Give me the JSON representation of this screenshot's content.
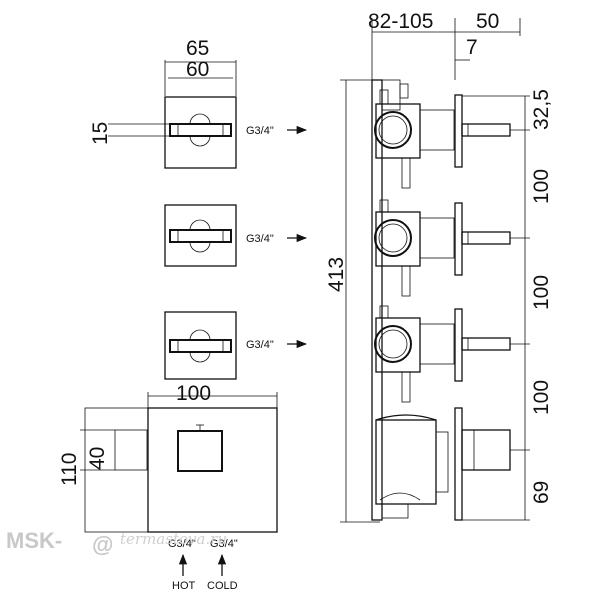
{
  "dimensions": {
    "plate_outer_width": "65",
    "plate_inner_width": "60",
    "handle_height": "15",
    "body_depth_range": "82-105",
    "handle_projection": "50",
    "plate_thickness": "7",
    "top_offset": "32,5",
    "spacing_1": "100",
    "spacing_2": "100",
    "spacing_3": "100",
    "bottom_offset": "69",
    "total_height": "413",
    "thermostat_width": "100",
    "thermostat_height": "110",
    "knob_height": "40"
  },
  "connections": {
    "outlet_1": "G3/4\"",
    "outlet_2": "G3/4\"",
    "outlet_3": "G3/4\"",
    "inlet_hot": "G3/4\"",
    "inlet_cold": "G3/4\""
  },
  "labels": {
    "hot": "HOT",
    "cold": "COLD"
  },
  "watermark": {
    "brand": "MSK-",
    "site": "termastova.ru"
  }
}
